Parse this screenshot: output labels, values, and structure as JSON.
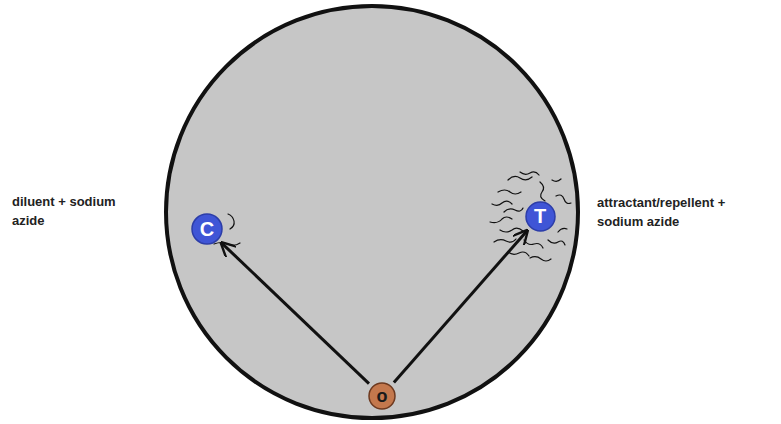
{
  "diagram": {
    "nodes": [
      {
        "text": [
          "C"
        ]
      },
      {
        "text": [
          "T"
        ]
      },
      {
        "text": [
          "o"
        ]
      }
    ],
    "edges": [
      {
        "from": 2,
        "to": 0,
        "arrow": "to"
      },
      {
        "from": 2,
        "to": 1,
        "arrow": "to"
      }
    ],
    "labels": [
      "diluent + sodium azide",
      "attractant/repellent + sodium azide"
    ]
  }
}
